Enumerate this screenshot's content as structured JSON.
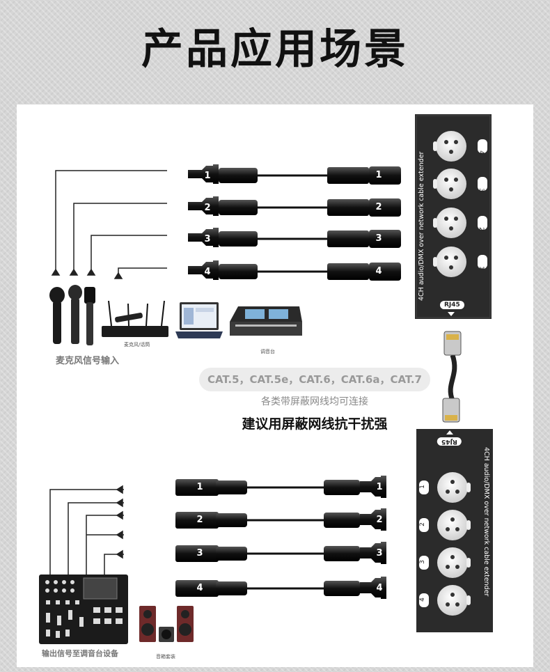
{
  "title": "产品应用场景",
  "cable_types": "CAT.5，CAT.5e，CAT.6，CAT.6a，CAT.7",
  "cable_note": "各类带屏蔽网线均可连接",
  "recommendation": "建议用屏蔽网线抗干扰强",
  "top_device": {
    "label": "4CH audio/DMX over network cable extender",
    "port": "RJ45",
    "jacks": [
      "4",
      "3",
      "2",
      "1"
    ]
  },
  "bottom_device": {
    "label": "4CH audio/DMX over network cable extender",
    "port": "RJ45",
    "jacks": [
      "1",
      "2",
      "3",
      "4"
    ]
  },
  "input_caption": "麦克风信号输入",
  "input_sublabels": [
    "麦克风/话筒",
    "调音台"
  ],
  "output_caption": "输出信号至调音台设备",
  "output_sublabel": "音箱套装",
  "cable_numbers": [
    "1",
    "2",
    "3",
    "4"
  ],
  "colors": {
    "device": "#2b2b2b",
    "accent": "#000000",
    "panel": "#ffffff"
  }
}
